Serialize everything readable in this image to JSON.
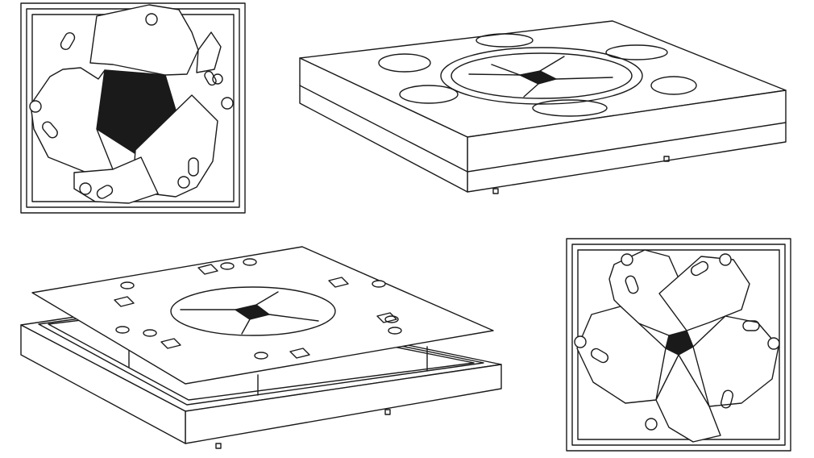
{
  "figure": {
    "views": [
      {
        "id": "top-view-partially-open"
      },
      {
        "id": "isometric-view-assembled"
      },
      {
        "id": "exploded-isometric-view"
      },
      {
        "id": "top-view-nearly-closed"
      }
    ],
    "colors": {
      "line": "#1a1a1a",
      "fill": "#ffffff",
      "aperture": "#1a1a1a"
    }
  }
}
